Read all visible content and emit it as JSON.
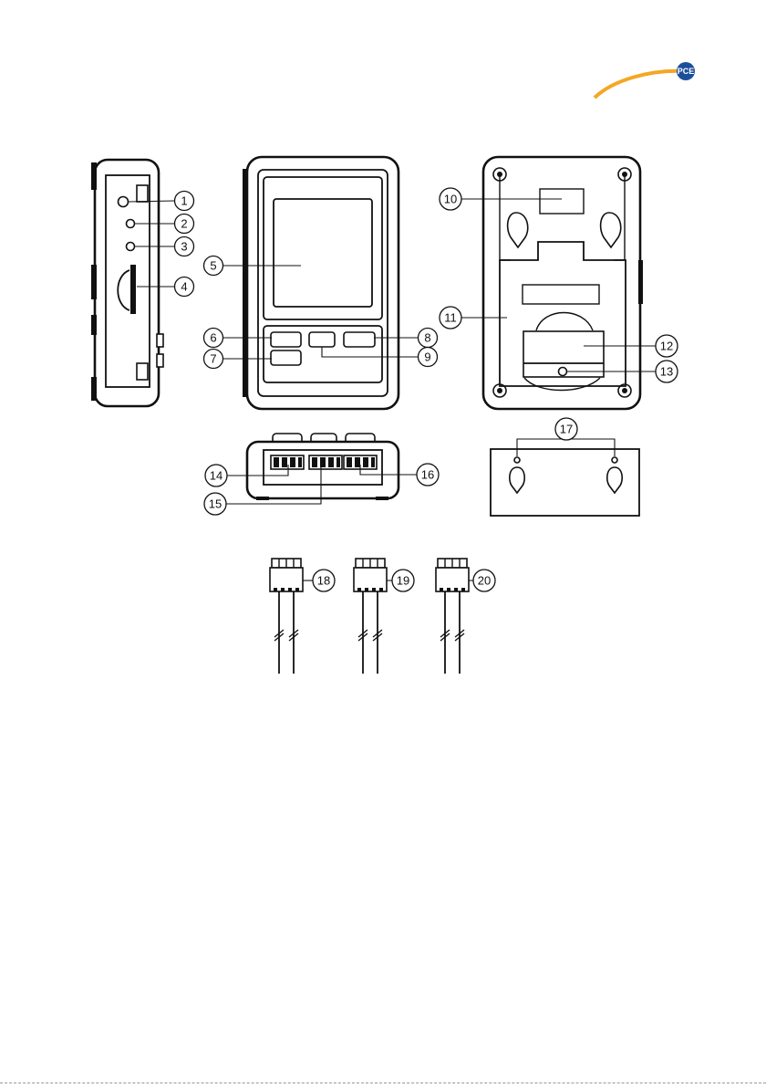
{
  "logo": {
    "text": "PCE",
    "arc_color": "#f5a623",
    "badge_color": "#1b4f9c"
  },
  "callouts": [
    "1",
    "2",
    "3",
    "4",
    "5",
    "6",
    "7",
    "8",
    "9",
    "10",
    "11",
    "12",
    "13",
    "14",
    "15",
    "16",
    "17",
    "18",
    "19",
    "20"
  ]
}
